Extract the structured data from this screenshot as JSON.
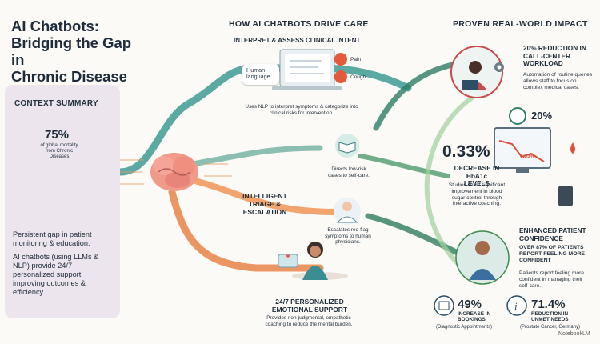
{
  "title_lines": [
    "AI Chatbots:",
    "Bridging the Gap in",
    "Chronic Disease Care"
  ],
  "context": {
    "heading": "CONTEXT SUMMARY",
    "stat_value": "75%",
    "stat_label": "of global mortality from Chronic Diseases",
    "text1": "Persistent gap in patient monitoring & education.",
    "text2": "AI chatbots (using LLMs & NLP) provide 24/7 personalized support, improving outcomes & efficiency."
  },
  "center": {
    "heading": "HOW AI CHATBOTS DRIVE CARE",
    "interpret_title": "INTERPRET & ASSESS CLINICAL INTENT",
    "human_language": "Human language",
    "pain": "Pain",
    "cough": "Cough",
    "interpret_desc": "Uses NLP to interpret symptoms & categorize into clinical risks for intervention.",
    "selfcare_desc": "Directs low-risk cases to self-care.",
    "triage_title": "INTELLIGENT TRIAGE & ESCALATION",
    "escalate_desc": "Escalates red-flag symptoms to human physicians.",
    "emotional_title": "24/7 PERSONALIZED EMOTIONAL SUPPORT",
    "emotional_desc": "Provides non-judgmental, empathetic coaching to reduce the mental burden."
  },
  "impact": {
    "heading": "PROVEN REAL-WORLD IMPACT",
    "call_center_head": "20% REDUCTION IN CALL-CENTER WORKLOAD",
    "call_center_desc": "Automation of routine queries allows staff to focus on complex medical cases.",
    "call_center_badge": "20%",
    "hba1c_value": "0.33%",
    "hba1c_head": "DECREASE IN HbA1c LEVELS",
    "hba1c_desc": "Studies show significant improvement in blood sugar control through interactive coaching.",
    "chart_label": "0.33%",
    "confidence_head": "ENHANCED PATIENT CONFIDENCE",
    "confidence_sub": "OVER 87% OF PATIENTS REPORT FEELING MORE CONFIDENT",
    "confidence_desc": "Patients report feeling more confident in managing their self-care.",
    "bookings_value": "49%",
    "bookings_head": "INCREASE IN BOOKINGS",
    "bookings_desc": "(Diagnostic Appointments)",
    "unmet_value": "71.4%",
    "unmet_head": "REDUCTION IN UNMET NEEDS",
    "unmet_desc": "(Prostate Cancer, Germany)"
  },
  "watermark": "NotebookLM",
  "colors": {
    "teal": "#2f8c8d",
    "orange": "#e98a52",
    "green": "#3f8a4c",
    "navy": "#1d2b3a"
  }
}
